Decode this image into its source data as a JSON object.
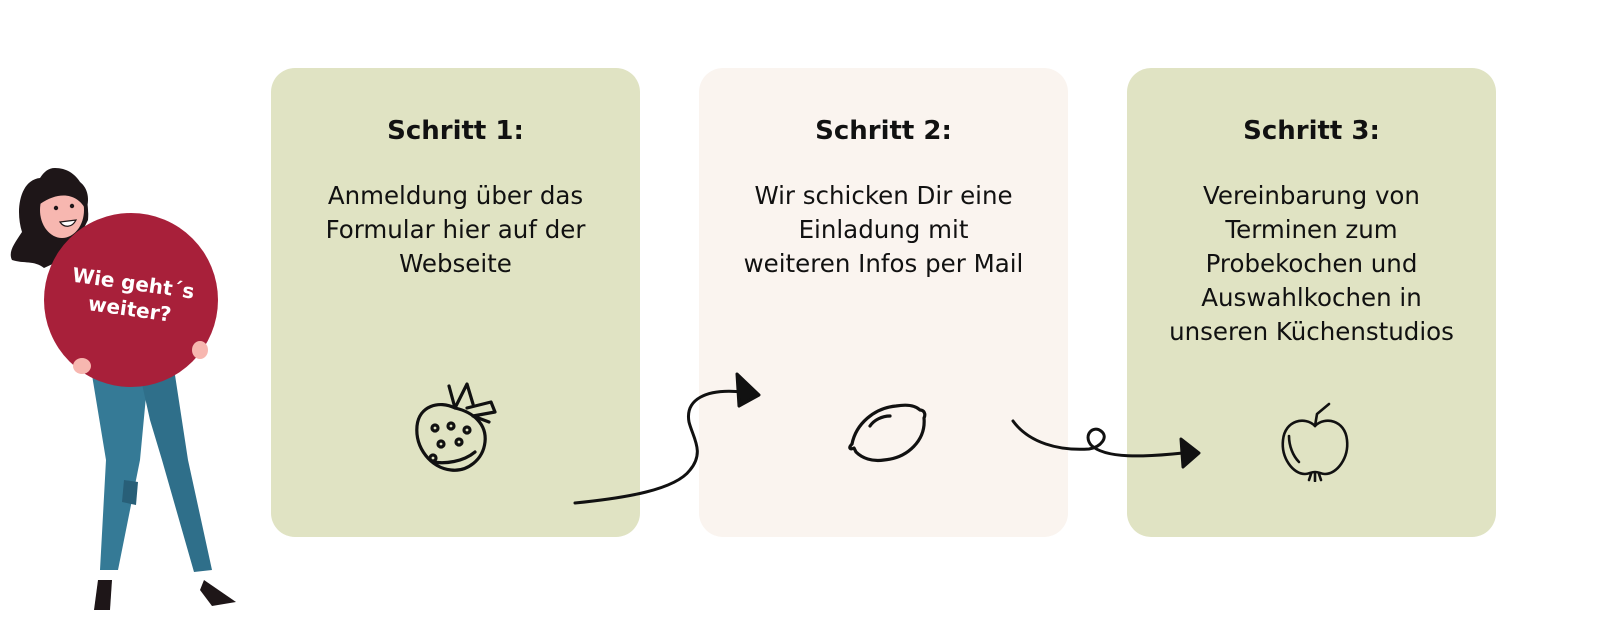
{
  "character": {
    "badge_line1": "Wie geht´s",
    "badge_line2": "weiter?"
  },
  "steps": [
    {
      "title": "Schritt 1:",
      "lines": [
        "Anmeldung über das",
        "Formular hier auf der",
        "Webseite"
      ],
      "icon": "strawberry-icon",
      "background": "#e0e3c3"
    },
    {
      "title": "Schritt 2:",
      "lines": [
        "Wir schicken Dir eine",
        "Einladung mit",
        "weiteren Infos per Mail"
      ],
      "icon": "lemon-icon",
      "background": "#faf4ef"
    },
    {
      "title": "Schritt 3:",
      "lines": [
        "Vereinbarung von",
        "Terminen zum",
        "Probekochen und",
        "Auswahlkochen in",
        "unseren Küchenstudios"
      ],
      "icon": "apple-icon",
      "background": "#e0e3c3"
    }
  ],
  "colors": {
    "badge": "#a8203a",
    "card_green": "#e0e3c3",
    "card_cream": "#faf4ef",
    "ink": "#111111"
  }
}
